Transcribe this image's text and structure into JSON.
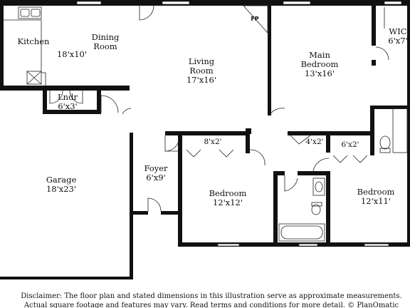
{
  "rooms": {
    "kitchen": {
      "name": "Kitchen"
    },
    "dining": {
      "name_line1": "Dining",
      "name_line2": "Room",
      "size": "18'x10'"
    },
    "living": {
      "name_line1": "Living",
      "name_line2": "Room",
      "size": "17'x16'"
    },
    "main_bedroom": {
      "name_line1": "Main",
      "name_line2": "Bedroom",
      "size": "13'x16'"
    },
    "wic": {
      "name": "WIC",
      "size": "6'x7'"
    },
    "laundry": {
      "name": "Lndr",
      "size": "6'x3'"
    },
    "garage": {
      "name": "Garage",
      "size": "18'x23'"
    },
    "foyer": {
      "name": "Foyer",
      "size": "6'x9'"
    },
    "closet_8x2": {
      "size": "8'x2'"
    },
    "closet_4x2": {
      "size": "4'x2'"
    },
    "closet_6x2": {
      "size": "6'x2'"
    },
    "bedroom_left": {
      "name": "Bedroom",
      "size": "12'x12'"
    },
    "bedroom_right": {
      "name": "Bedroom",
      "size": "12'x11'"
    }
  },
  "fireplace": {
    "label": "FP"
  },
  "disclaimer": {
    "line1": "Disclaimer: The floor plan and stated dimensions in this illustration serve as approximate measurements.",
    "line2": "Actual square footage and features may vary. Read terms and conditions for more detail. © PlanOmatic"
  }
}
